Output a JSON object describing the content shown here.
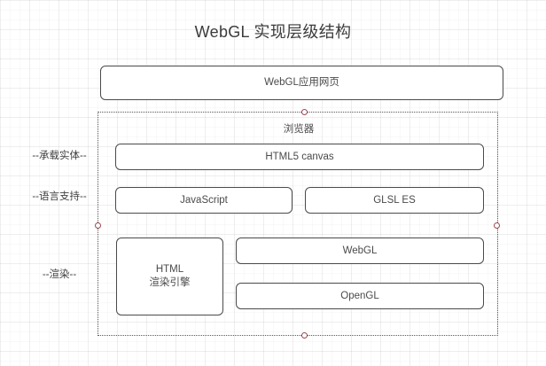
{
  "diagram": {
    "title": "WebGL 实现层级结构",
    "top_node": {
      "label": "WebGL应用网页"
    },
    "container": {
      "label": "浏览器",
      "nodes": {
        "canvas": "HTML5 canvas",
        "javascript": "JavaScript",
        "glsl": "GLSL ES",
        "html_engine": "HTML\n渲染引擎",
        "webgl": "WebGL",
        "opengl": "OpenGL"
      }
    },
    "side_labels": {
      "carrier": "--承载实体--",
      "language": "--语言支持--",
      "render": "--渲染--"
    },
    "colors": {
      "node_border": "#4a4a4a",
      "node_text": "#4a4a4a",
      "title_text": "#3b3b3b",
      "container_border": "#5a5a5a",
      "handle_border": "#9a4a52",
      "canvas_background": "#ffffff",
      "grid_line": "rgba(0,0,0,0.045)"
    }
  }
}
